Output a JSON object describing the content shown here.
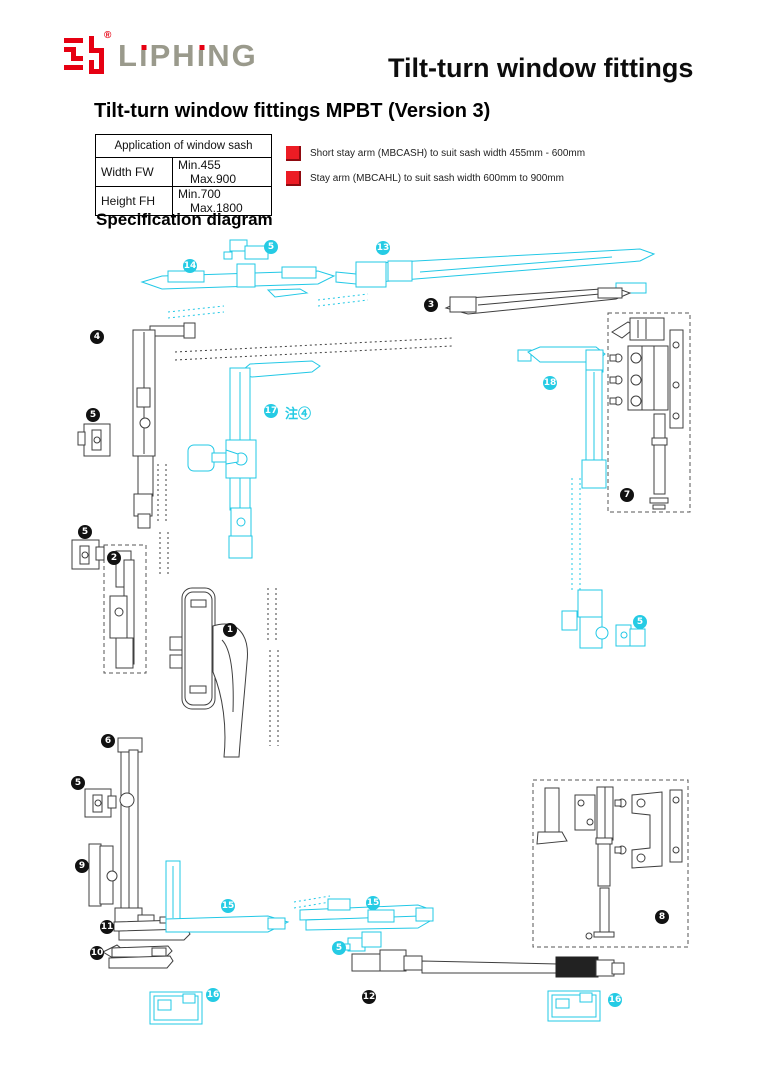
{
  "header": {
    "brand": "LiPHiNG",
    "registered_mark": "®",
    "page_title": "Tilt-turn window fittings"
  },
  "section": {
    "title": "Tilt-turn window fittings MPBT (Version 3)",
    "spec_heading": "Specification diagram"
  },
  "sash_table": {
    "header": "Application of window sash",
    "rows": [
      {
        "label": "Width FW",
        "min": "Min.455",
        "max": "Max.900"
      },
      {
        "label": "Height FH",
        "min": "Min.700",
        "max": "Max.1800"
      }
    ]
  },
  "legend": {
    "swatch_color": "#ec1c24",
    "items": [
      {
        "text": "Short stay arm (MBCASH) to suit sash width 455mm - 600mm"
      },
      {
        "text": "Stay arm (MBCAHL) to suit sash width 600mm to 900mm"
      }
    ]
  },
  "diagram": {
    "note_label": "注④",
    "colors": {
      "cyan_parts": "#25cbe4",
      "dark_parts": "#3f3f3f",
      "logo_red": "#e60012"
    },
    "callouts": [
      {
        "n": "5",
        "color": "cyan"
      },
      {
        "n": "13",
        "color": "cyan"
      },
      {
        "n": "14",
        "color": "cyan"
      },
      {
        "n": "3",
        "color": "black"
      },
      {
        "n": "4",
        "color": "black"
      },
      {
        "n": "5",
        "color": "black"
      },
      {
        "n": "17",
        "color": "cyan"
      },
      {
        "n": "18",
        "color": "cyan"
      },
      {
        "n": "7",
        "color": "black"
      },
      {
        "n": "5",
        "color": "black"
      },
      {
        "n": "2",
        "color": "black"
      },
      {
        "n": "1",
        "color": "black"
      },
      {
        "n": "5",
        "color": "cyan"
      },
      {
        "n": "6",
        "color": "black"
      },
      {
        "n": "5",
        "color": "black"
      },
      {
        "n": "9",
        "color": "black"
      },
      {
        "n": "8",
        "color": "black"
      },
      {
        "n": "15",
        "color": "cyan"
      },
      {
        "n": "15",
        "color": "cyan"
      },
      {
        "n": "11",
        "color": "black"
      },
      {
        "n": "5",
        "color": "cyan"
      },
      {
        "n": "10",
        "color": "black"
      },
      {
        "n": "12",
        "color": "black"
      },
      {
        "n": "16",
        "color": "cyan"
      },
      {
        "n": "16",
        "color": "cyan"
      }
    ]
  }
}
